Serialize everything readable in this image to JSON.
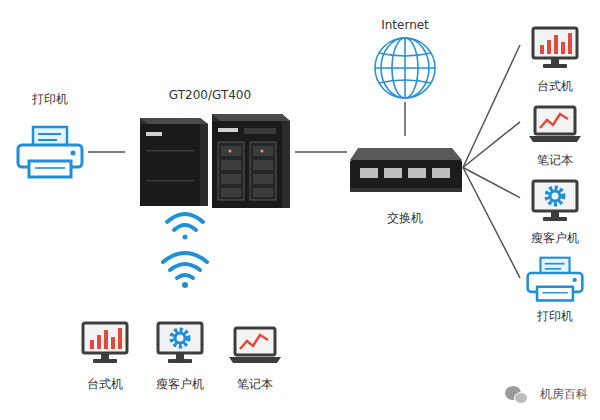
{
  "diagram": {
    "nodes": [
      {
        "text": [
          "打印机"
        ]
      },
      {
        "text": [
          "GT200/GT400"
        ]
      },
      {
        "text": [
          "Internet"
        ]
      },
      {
        "text": [
          "交换机"
        ]
      },
      {
        "text": [
          "台式机"
        ]
      },
      {
        "text": [
          "笔记本"
        ]
      },
      {
        "text": [
          "瘦客户机"
        ]
      },
      {
        "text": [
          "打印机"
        ]
      },
      {
        "text": [
          "台式机"
        ]
      },
      {
        "text": [
          "瘦客户机"
        ]
      },
      {
        "text": [
          "笔记本"
        ]
      }
    ],
    "edges": [
      {
        "from": 0,
        "to": 1,
        "arrow": "none"
      },
      {
        "from": 1,
        "to": 3,
        "arrow": "none"
      },
      {
        "from": 2,
        "to": 3,
        "arrow": "none"
      },
      {
        "from": 3,
        "to": 4,
        "arrow": "none"
      },
      {
        "from": 3,
        "to": 5,
        "arrow": "none"
      },
      {
        "from": 3,
        "to": 6,
        "arrow": "none"
      },
      {
        "from": 3,
        "to": 7,
        "arrow": "none"
      }
    ],
    "labels": [
      "机房百科"
    ]
  }
}
